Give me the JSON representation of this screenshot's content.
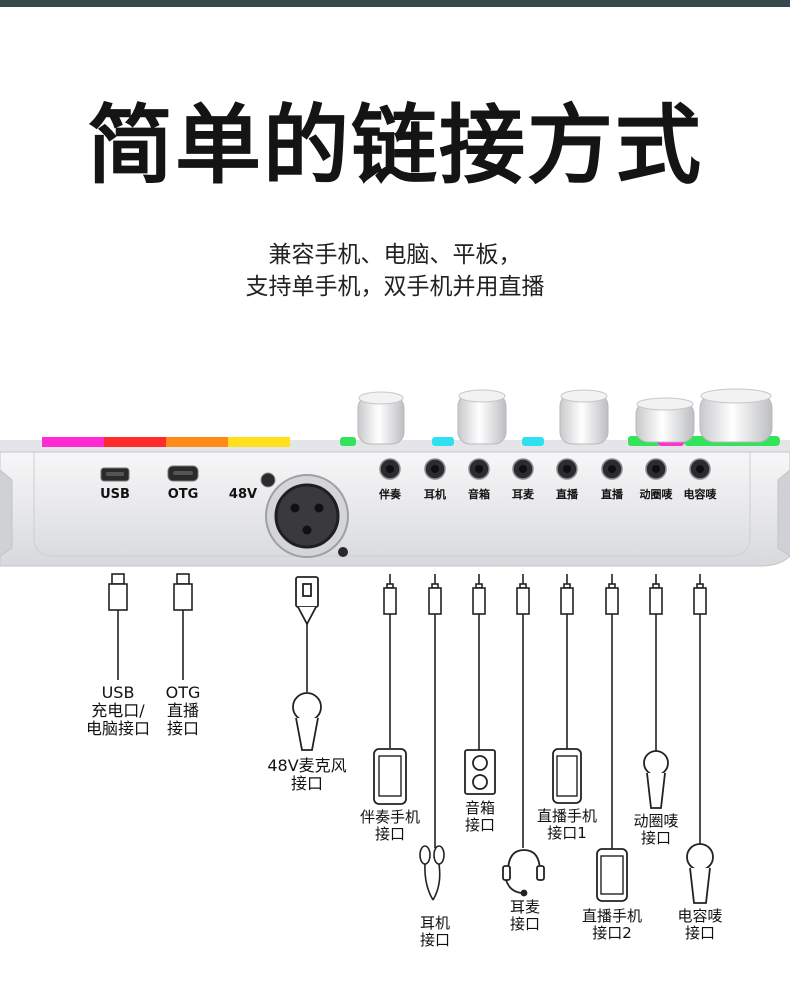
{
  "title": "简单的链接方式",
  "subtitle": [
    "兼容手机、电脑、平板，",
    "支持单手机，双手机并用直播"
  ],
  "device_ports": {
    "usb": "USB",
    "otg": "OTG",
    "phantom": "48V",
    "jacks": [
      "伴奏",
      "耳机",
      "音箱",
      "耳麦",
      "直播",
      "直播",
      "动圈唛",
      "电容唛"
    ]
  },
  "connections": {
    "usb": "USB\n充电口/\n电脑接口",
    "otg": "OTG\n直播\n接口",
    "mic48v": "48V麦克风\n接口",
    "accompany": "伴奏手机\n接口",
    "earphone": "耳机\n接口",
    "speaker": "音箱\n接口",
    "headset": "耳麦\n接口",
    "live1": "直播手机\n接口1",
    "live2": "直播手机\n接口2",
    "dynamic": "动圈唛\n接口",
    "condenser": "电容唛\n接口"
  },
  "colors": {
    "led_strip": [
      "#ff2ad4",
      "#ff2a2a",
      "#ff8a1a",
      "#ffe01a"
    ],
    "led_green": "#33e35a",
    "led_cyan": "#2ee0f0",
    "led_magenta": "#ff33cc"
  }
}
